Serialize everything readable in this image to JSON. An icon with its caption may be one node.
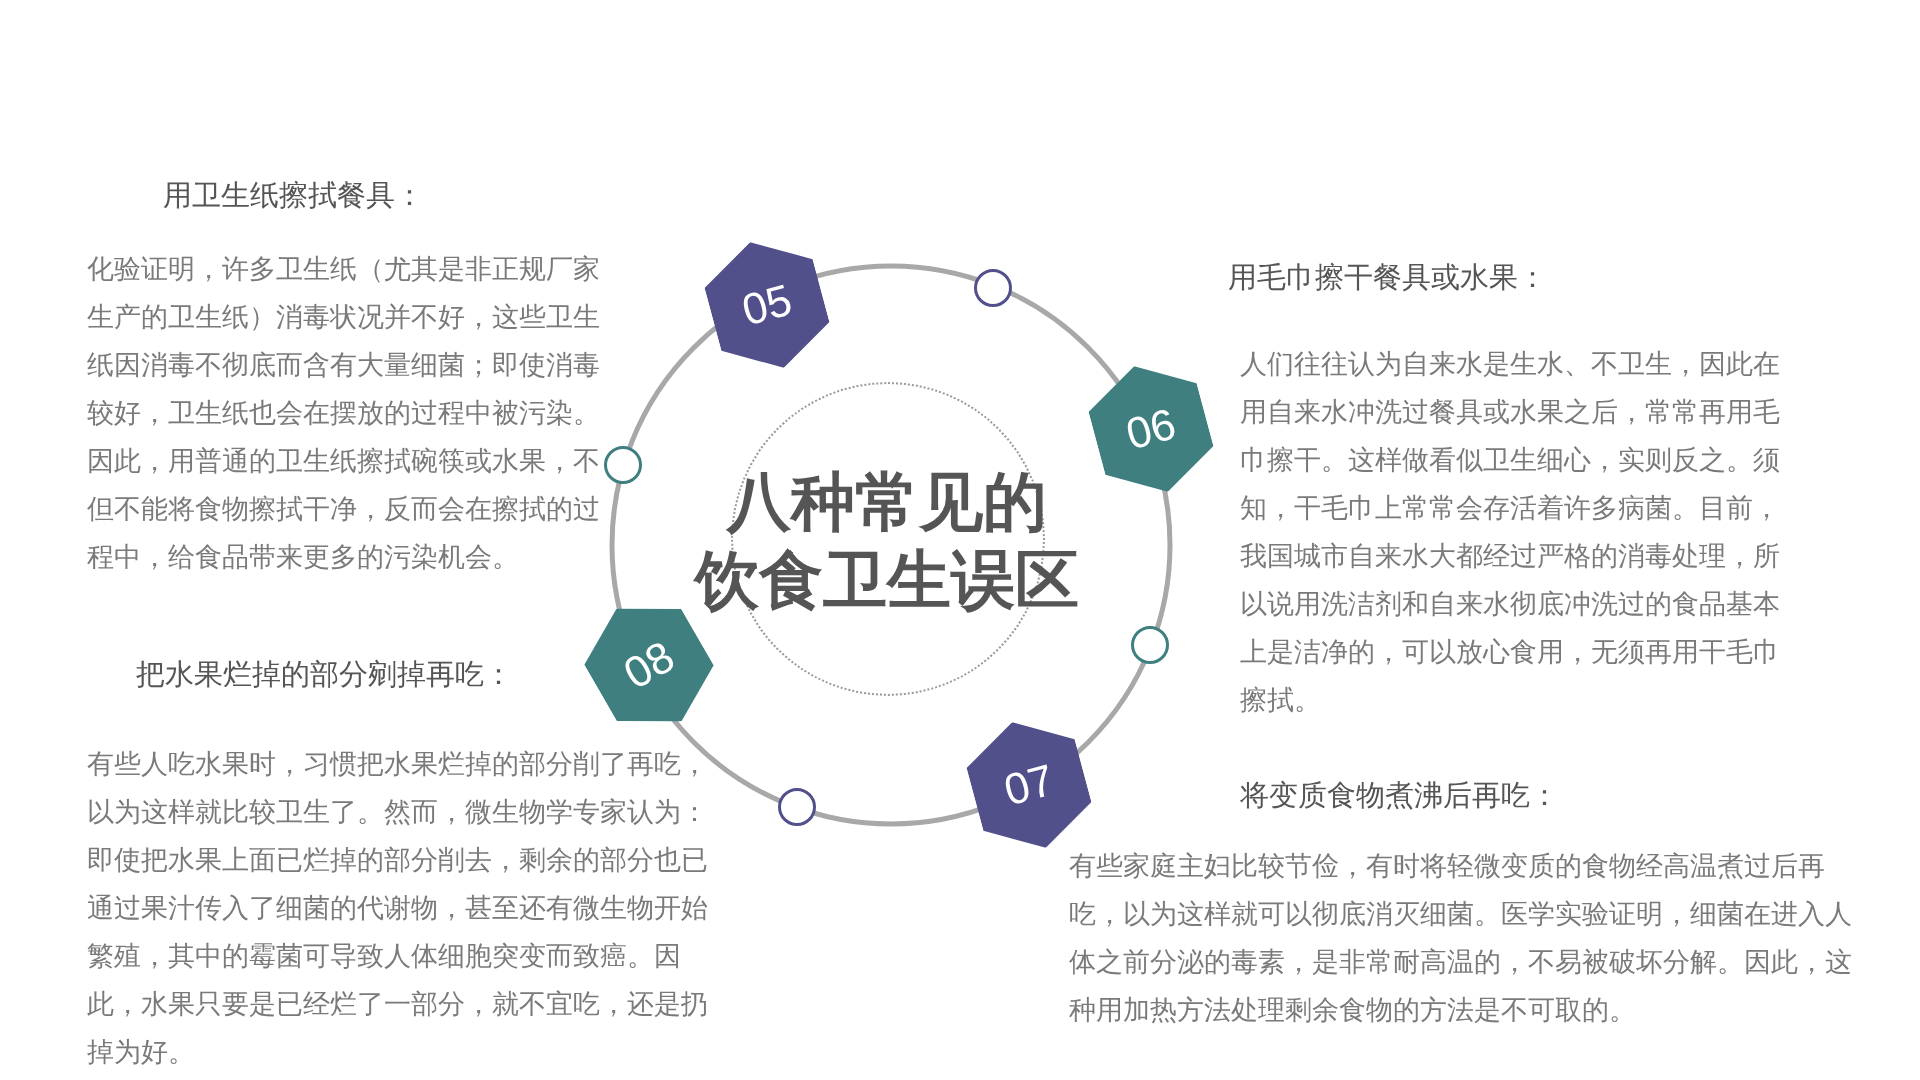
{
  "diagram": {
    "nodes": [
      {
        "text": [
          "八种常见的饮食卫生误区"
        ]
      },
      {
        "text": [
          "05"
        ]
      },
      {
        "text": [
          "06"
        ]
      },
      {
        "text": [
          "07"
        ]
      },
      {
        "text": [
          "08"
        ]
      },
      {
        "text": [],
        "shape": "circle"
      },
      {
        "text": [],
        "shape": "circle"
      },
      {
        "text": [],
        "shape": "circle"
      },
      {
        "text": [],
        "shape": "circle"
      }
    ],
    "edges": [],
    "labels": [
      "用卫生纸擦拭餐具：",
      "化验证明，许多卫生纸（尤其是非正规厂家生产的卫生纸）消毒状况并不好，这些卫生纸因消毒不彻底而含有大量细菌；即使消毒较好，卫生纸也会在摆放的过程中被污染。因此，用普通的卫生纸擦拭碗筷或水果，不但不能将食物擦拭干净，反而会在擦拭的过程中，给食品带来更多的污染机会。",
      "把水果烂掉的部分剜掉再吃：",
      "有些人吃水果时，习惯把水果烂掉的部分削了再吃，以为这样就比较卫生了。然而，微生物学专家认为：即使把水果上面已烂掉的部分削去，剩余的部分也已通过果汁传入了细菌的代谢物，甚至还有微生物开始繁殖，其中的霉菌可导致人体细胞突变而致癌。因此，水果只要是已经烂了一部分，就不宜吃，还是扔掉为好。",
      "用毛巾擦干餐具或水果：",
      "人们往往认为自来水是生水、不卫生，因此在用自来水冲洗过餐具或水果之后，常常再用毛巾擦干。这样做看似卫生细心，实则反之。须知，干毛巾上常常会存活着许多病菌。目前，我国城市自来水大都经过严格的消毒处理，所以说用洗洁剂和自来水彻底冲洗过的食品基本上是洁净的，可以放心食用，无须再用干毛巾擦拭。",
      "将变质食物煮沸后再吃：",
      "有些家庭主妇比较节俭，有时将轻微变质的食物经高温煮过后再吃，以为这样就可以彻底消灭细菌。医学实验证明，细菌在进入人体之前分泌的毒素，是非常耐高温的，不易被破坏分解。因此，这种用加热方法处理剩余食物的方法是不可取的。"
    ]
  }
}
